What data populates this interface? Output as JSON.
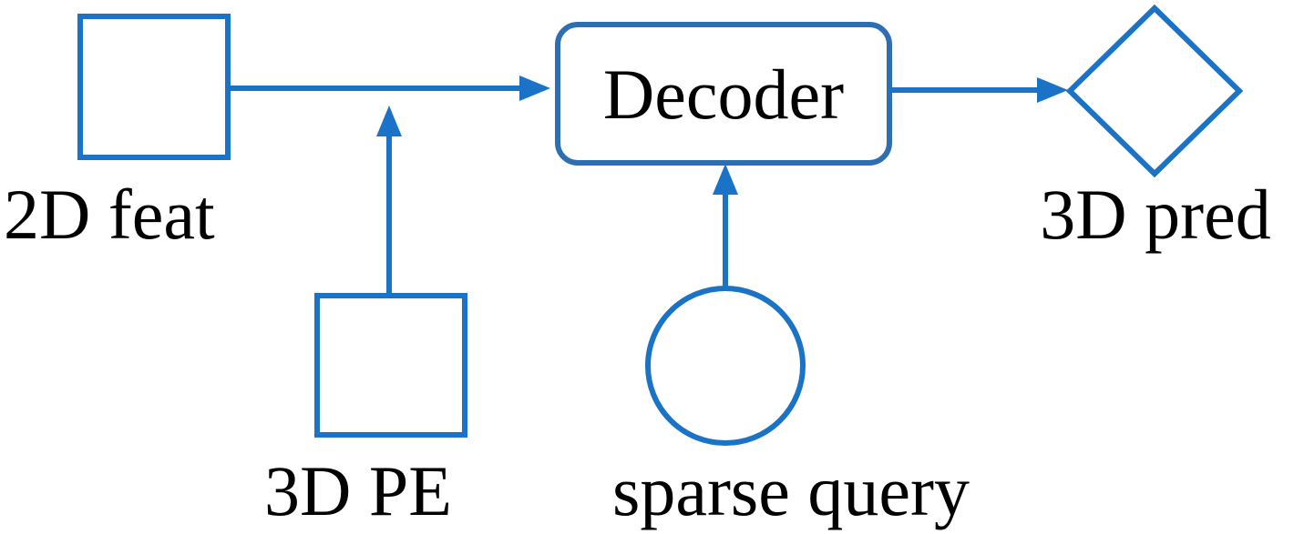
{
  "colors": {
    "stroke": "#1a73c7",
    "decoder_stroke": "#2e6fb3",
    "text": "#000000",
    "background": "#ffffff"
  },
  "nodes": {
    "feat": {
      "label": "2D feat",
      "shape": "square"
    },
    "pe": {
      "label": "3D PE",
      "shape": "square"
    },
    "decoder": {
      "label": "Decoder",
      "shape": "rounded-rectangle"
    },
    "query": {
      "label": "sparse query",
      "shape": "circle"
    },
    "pred": {
      "label": "3D pred",
      "shape": "diamond"
    }
  },
  "edges": [
    {
      "from": "feat",
      "to": "decoder"
    },
    {
      "from": "pe",
      "to": "feat-decoder-edge"
    },
    {
      "from": "query",
      "to": "decoder"
    },
    {
      "from": "decoder",
      "to": "pred"
    }
  ]
}
